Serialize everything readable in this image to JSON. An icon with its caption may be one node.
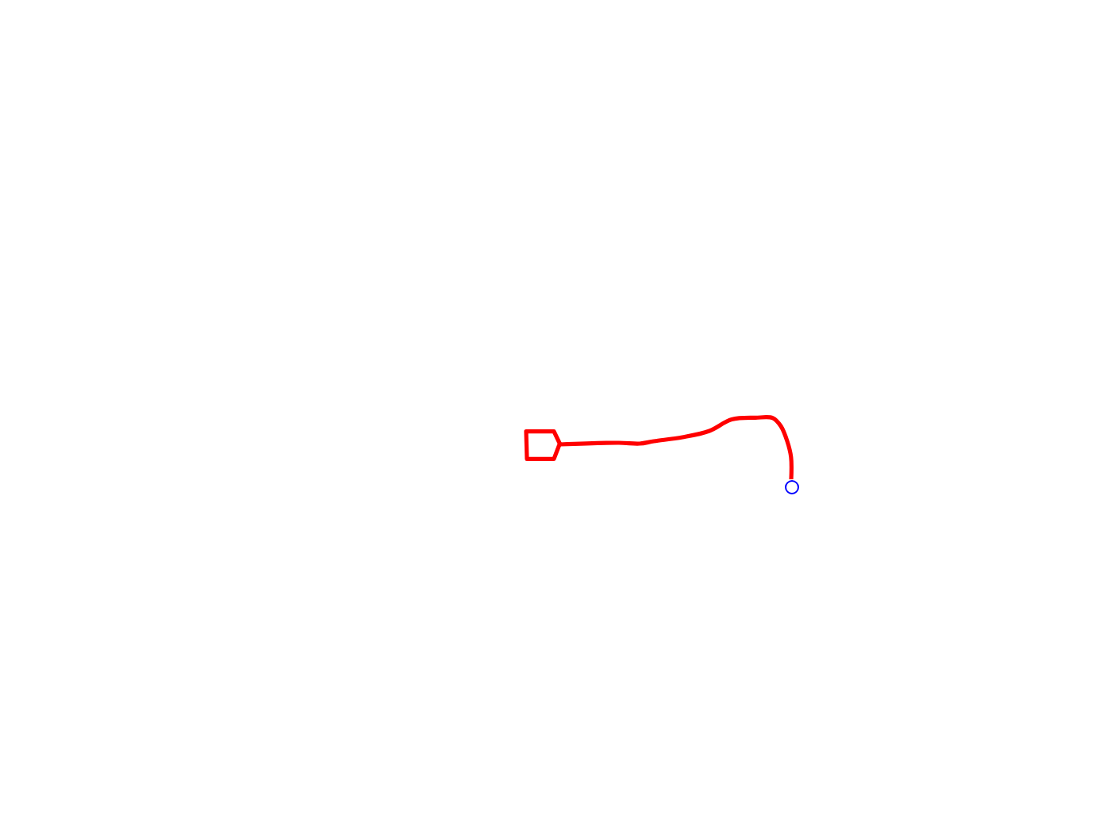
{
  "diagram": {
    "nodes": [
      {
        "text": [],
        "shape": "pentagon"
      },
      {
        "text": [],
        "shape": "circle"
      }
    ],
    "edges": [
      {
        "from": 0,
        "to": 1,
        "arrow": "none",
        "color": "#ff0000"
      }
    ]
  }
}
